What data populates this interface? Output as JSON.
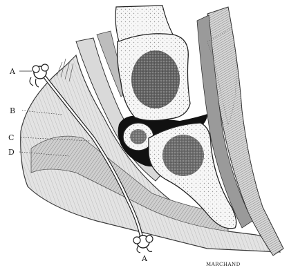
{
  "labels": {
    "a_top": "A",
    "b": "B",
    "c": "C",
    "d": "D",
    "a_bottom": "A"
  },
  "signature": "MARCHAND",
  "colors": {
    "ink": "#1a1a1a",
    "tissue": "#c8c8c8",
    "tissue_light": "#e2e2e2",
    "bone": "#f4f4f4",
    "cavity": "#111111",
    "background": "#ffffff"
  }
}
